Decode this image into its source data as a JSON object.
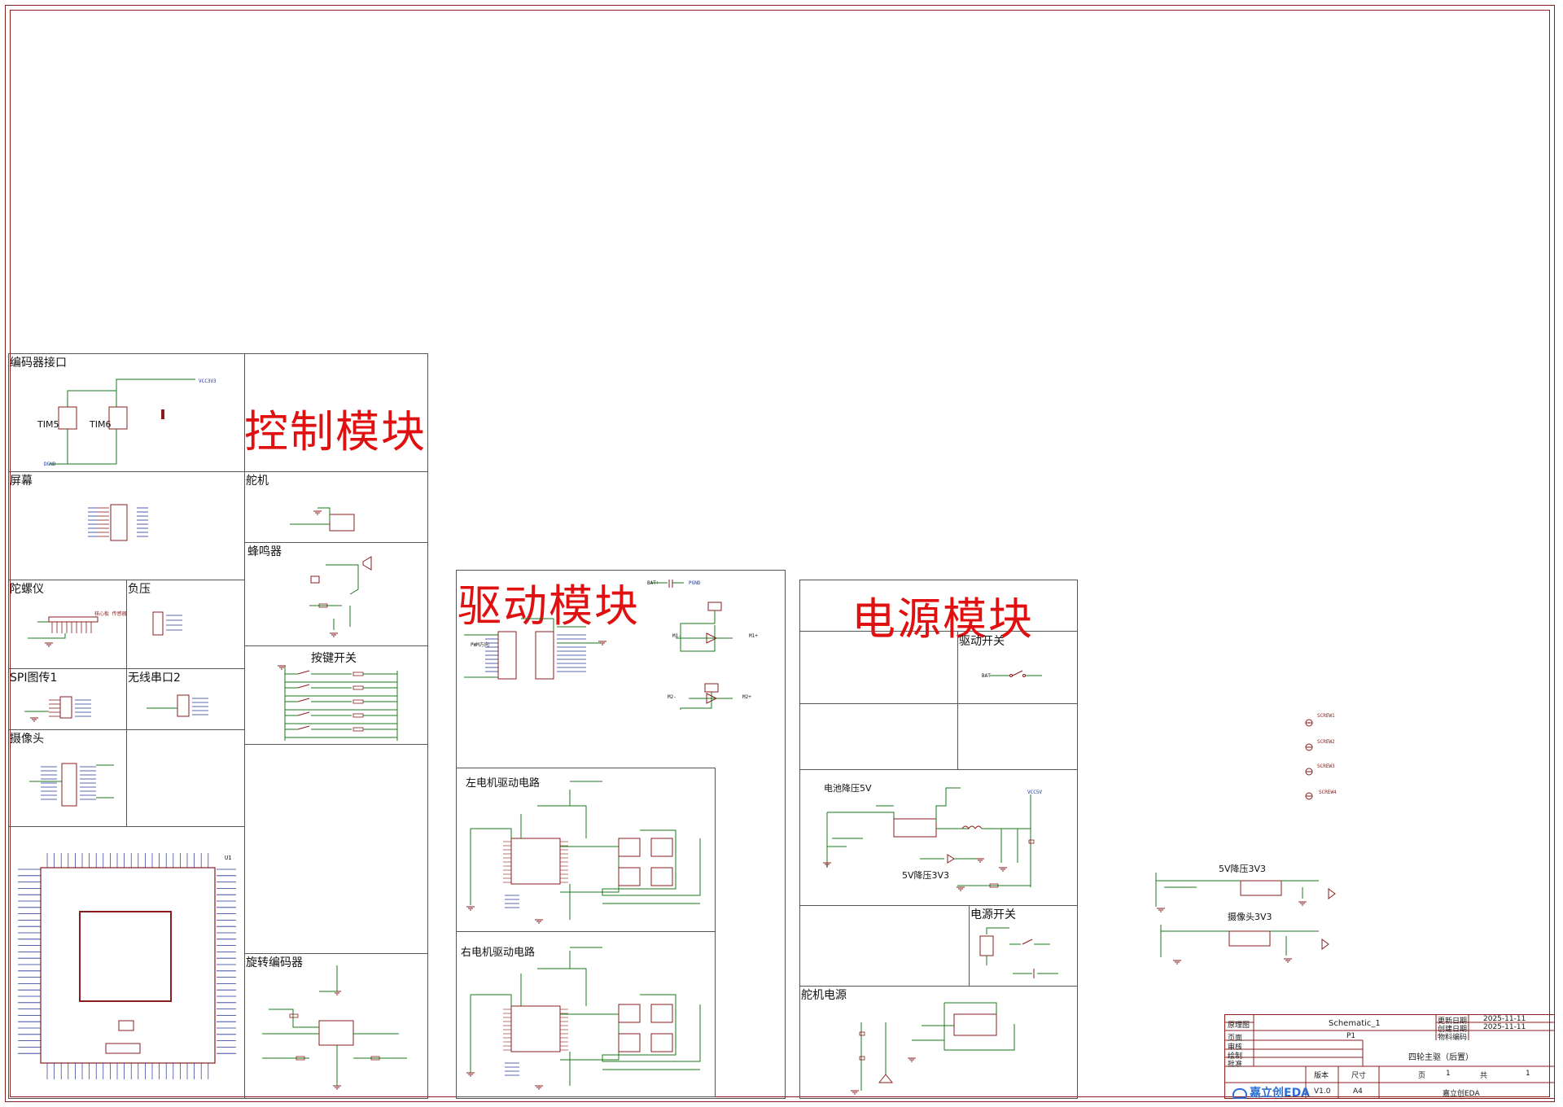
{
  "sections": {
    "encoder_interface": "编码器接口",
    "control_module": "控制模块",
    "screen": "屏幕",
    "servo": "舵机",
    "buzzer": "蜂鸣器",
    "gyro": "陀螺仪",
    "negative_voltage": "负压",
    "key_switch": "按键开关",
    "spi_image": "SPI图传1",
    "wireless_uart": "无线串口2",
    "camera": "摄像头",
    "rotary_encoder": "旋转编码器",
    "drive_module": "驱动模块",
    "left_motor": "左电机驱动电路",
    "right_motor": "右电机驱动电路",
    "power_module": "电源模块",
    "drive_switch": "驱动开关",
    "battery_buck": "电池降压5V",
    "buck_5v_3v3": "5V降压3V3",
    "power_switch": "电源开关",
    "servo_power": "舵机电源",
    "buck_5v_3v3_b": "5V降压3V3",
    "camera_3v3": "摄像头3V3"
  },
  "labels": {
    "tim5": "TIM5",
    "tim6": "TIM6",
    "dgnd": "DGND",
    "pgnd": "PGND",
    "vcc3v3": "VCC3V3",
    "vcc5v": "VCC5V",
    "bat_plus": "BAT+",
    "bat_minus": "BAT-",
    "m1p": "M1+",
    "m1n": "M1-",
    "m2p": "M2+",
    "m2n": "M2-",
    "u1": "U1",
    "screw1": "SCREW1",
    "screw2": "SCREW2",
    "screw3": "SCREW3",
    "screw4": "SCREW4",
    "gyro_note": "核心板 传感器",
    "pwm_note": "PWM方向"
  },
  "title_block": {
    "drawing_label": "原理图",
    "drawing_value": "Schematic_1",
    "page_label": "页面",
    "page_value": "P1",
    "check_label": "审核",
    "draw_label": "绘制",
    "approve_label": "批准",
    "update_date_label": "更新日期",
    "update_date_value": "2025-11-11",
    "create_date_label": "创建日期",
    "create_date_value": "2025-11-11",
    "part_no_label": "物料编码",
    "title_value": "四轮主驱（后置）",
    "version_label": "版本",
    "version_value": "V1.0",
    "size_label": "尺寸",
    "size_value": "A4",
    "page_word": "页",
    "page_num": "1",
    "total_word": "共",
    "total_num": "1",
    "company": "嘉立创EDA",
    "logo": "嘉立创EDA"
  },
  "colors": {
    "frame": "#8a1c1c",
    "wire": "#1a7a1a",
    "component": "#8a1c1c",
    "netlabel": "#223399",
    "title_red": "#e01010",
    "logo_blue": "#2d6fd6"
  }
}
